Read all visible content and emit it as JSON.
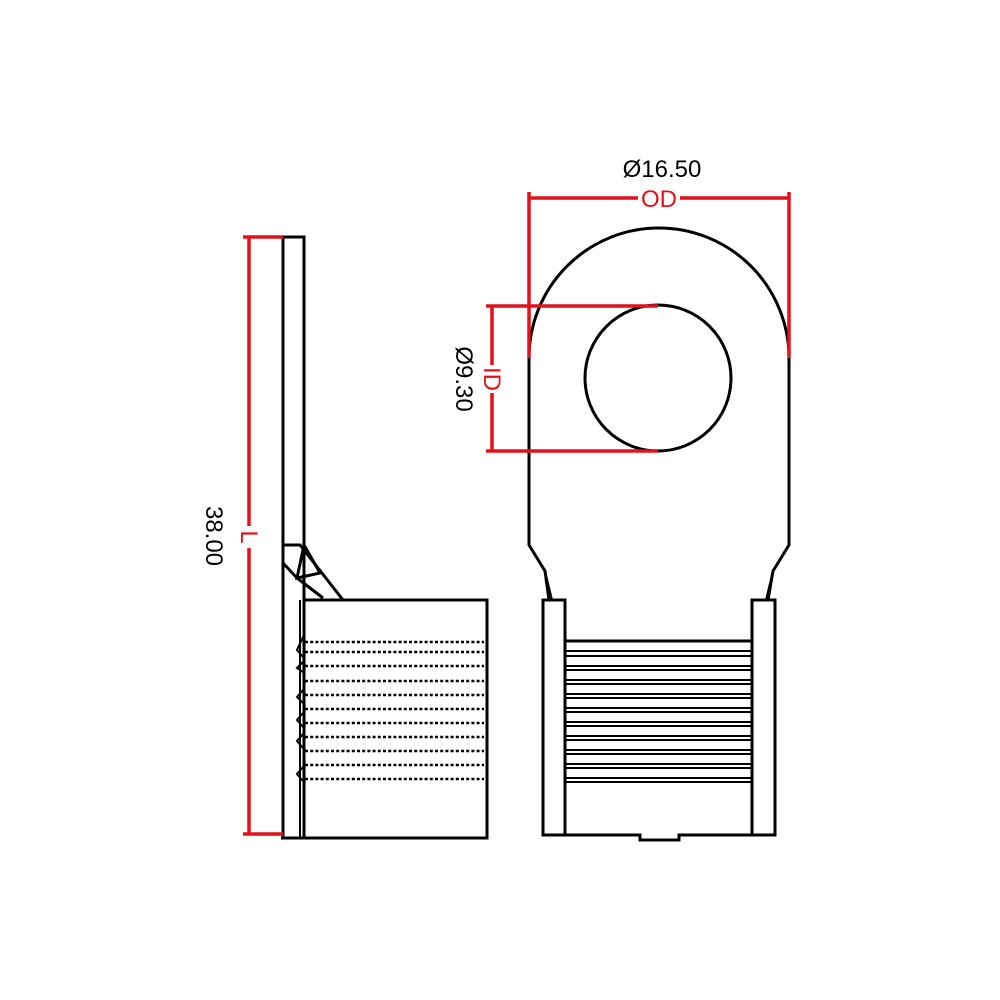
{
  "colors": {
    "outline": "#000000",
    "dimension": "#e1121c",
    "background": "#ffffff"
  },
  "dimensions": {
    "outer_diameter": {
      "label": "OD",
      "value": "Ø16.50"
    },
    "inner_diameter": {
      "label": "ID",
      "value": "Ø9.30"
    },
    "length": {
      "label": "L",
      "value": "38.00"
    }
  }
}
